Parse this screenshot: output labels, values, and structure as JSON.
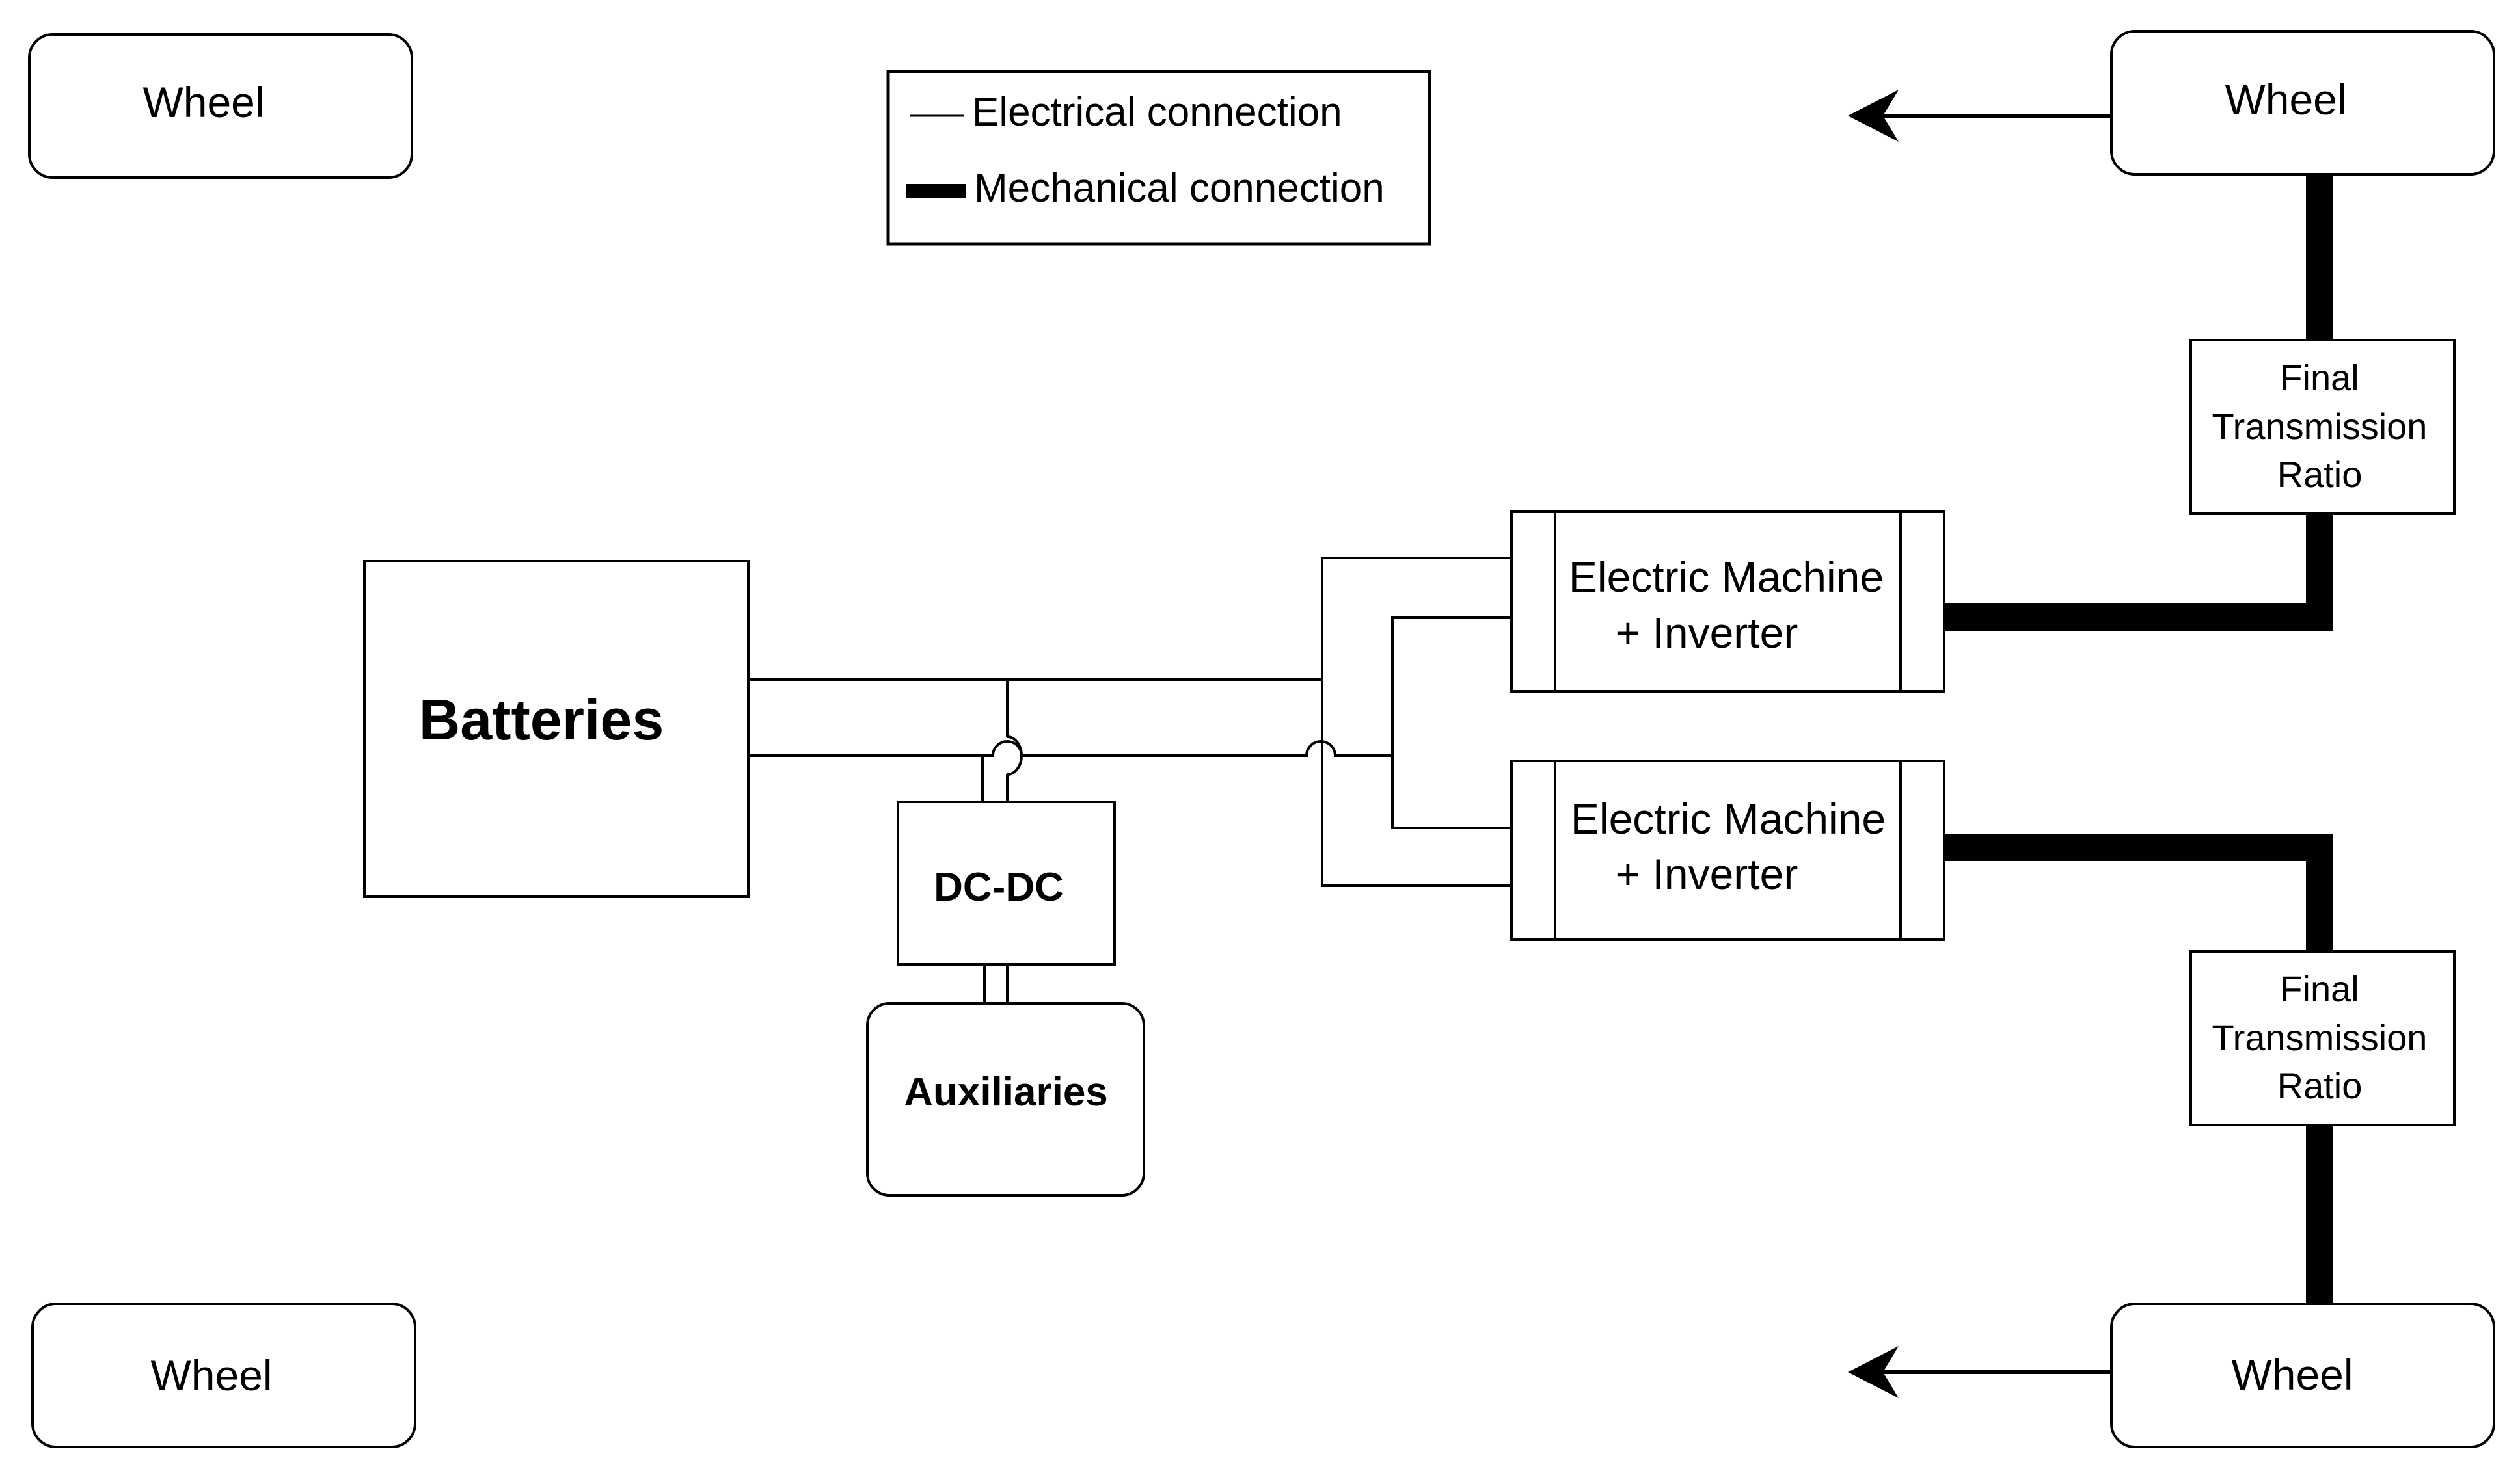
{
  "legend": {
    "electrical": "Electrical connection",
    "mechanical": "Mechanical connection"
  },
  "wheels": {
    "front_left": "Wheel",
    "front_right": "Wheel",
    "rear_left": "Wheel",
    "rear_right": "Wheel"
  },
  "batteries": "Batteries",
  "dcdc": "DC-DC",
  "auxiliaries": "Auxiliaries",
  "machine_top": {
    "line1": "Electric Machine",
    "line2": "+ Inverter"
  },
  "machine_bottom": {
    "line1": "Electric Machine",
    "line2": "+ Inverter"
  },
  "ftr_top": {
    "line1": "Final",
    "line2": "Transmission",
    "line3": "Ratio"
  },
  "ftr_bottom": {
    "line1": "Final",
    "line2": "Transmission",
    "line3": "Ratio"
  }
}
